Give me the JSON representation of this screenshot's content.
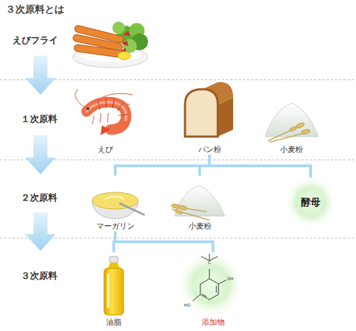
{
  "diagram": {
    "title": "３次原料とは",
    "nodes": [
      {
        "text": [
          "えび"
        ]
      },
      {
        "text": [
          "パン粉"
        ]
      },
      {
        "text": [
          "小麦粉"
        ]
      },
      {
        "text": [
          "マーガリン"
        ]
      },
      {
        "text": [
          "小麦粉"
        ]
      },
      {
        "text": [
          "酵母"
        ]
      },
      {
        "text": [
          "油脂"
        ]
      },
      {
        "text": [
          "添加物"
        ]
      }
    ],
    "edges": [
      {
        "from": 1,
        "to": 3,
        "arrow": "none"
      },
      {
        "from": 1,
        "to": 4,
        "arrow": "none"
      },
      {
        "from": 1,
        "to": 5,
        "arrow": "none"
      },
      {
        "from": 3,
        "to": 6,
        "arrow": "none"
      },
      {
        "from": 3,
        "to": 7,
        "arrow": "none"
      }
    ],
    "labels": [
      "えびフライ",
      "１次原料",
      "２次原料",
      "３次原料",
      "C",
      "OH",
      "HO"
    ]
  }
}
